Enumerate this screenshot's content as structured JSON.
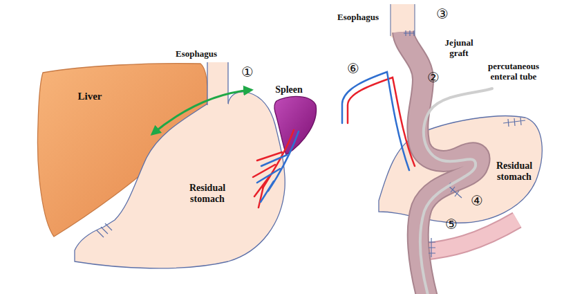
{
  "diagram": {
    "nodes": [
      {
        "text": [
          "Liver"
        ]
      },
      {
        "text": [
          "Spleen"
        ]
      },
      {
        "text": [
          "Residual stomach"
        ]
      },
      {
        "text": [
          "Residual stomach"
        ]
      }
    ],
    "labels": [
      "Esophagus",
      "①",
      "Esophagus",
      "③",
      "Jejunal graft",
      "⑥",
      "②",
      "percutaneous enteral tube",
      "④",
      "⑤"
    ]
  }
}
